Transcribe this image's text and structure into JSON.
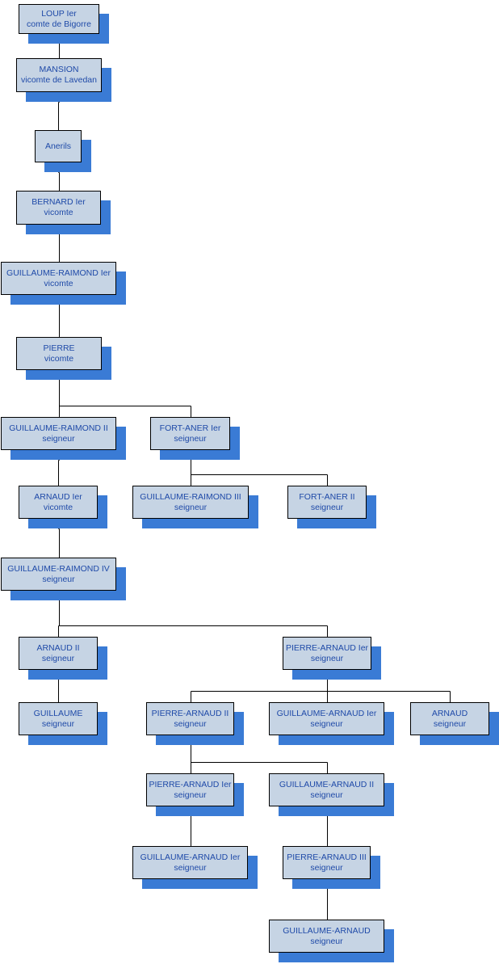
{
  "colors": {
    "node_fill": "#c6d4e4",
    "node_text": "#1f4aa8",
    "node_shadow": "#3a7bd5",
    "connector": "#000000"
  },
  "nodes": [
    {
      "id": "n1",
      "name": "LOUP Ier",
      "title": "comte de Bigorre"
    },
    {
      "id": "n2",
      "name": "MANSION",
      "title": "vicomte de Lavedan"
    },
    {
      "id": "n3",
      "name": "Anerils",
      "title": ""
    },
    {
      "id": "n4",
      "name": "BERNARD Ier",
      "title": "vicomte"
    },
    {
      "id": "n5",
      "name": "GUILLAUME-RAIMOND Ier",
      "title": "vicomte"
    },
    {
      "id": "n6",
      "name": "PIERRE",
      "title": "vicomte"
    },
    {
      "id": "n7",
      "name": "GUILLAUME-RAIMOND II",
      "title": "seigneur"
    },
    {
      "id": "n8",
      "name": "FORT-ANER Ier",
      "title": "seigneur"
    },
    {
      "id": "n9",
      "name": "ARNAUD Ier",
      "title": "vicomte"
    },
    {
      "id": "n10",
      "name": "GUILLAUME-RAIMOND III",
      "title": "seigneur"
    },
    {
      "id": "n11",
      "name": "FORT-ANER II",
      "title": "seigneur"
    },
    {
      "id": "n12",
      "name": "GUILLAUME-RAIMOND IV",
      "title": "seigneur"
    },
    {
      "id": "n13",
      "name": "ARNAUD II",
      "title": "seigneur"
    },
    {
      "id": "n14",
      "name": "PIERRE-ARNAUD Ier",
      "title": "seigneur"
    },
    {
      "id": "n15",
      "name": "GUILLAUME",
      "title": "seigneur"
    },
    {
      "id": "n16",
      "name": "PIERRE-ARNAUD II",
      "title": "seigneur"
    },
    {
      "id": "n17",
      "name": "GUILLAUME-ARNAUD Ier",
      "title": "seigneur"
    },
    {
      "id": "n18",
      "name": "ARNAUD",
      "title": "seigneur"
    },
    {
      "id": "n19",
      "name": "PIERRE-ARNAUD Ier",
      "title": "seigneur"
    },
    {
      "id": "n20",
      "name": "GUILLAUME-ARNAUD II",
      "title": "seigneur"
    },
    {
      "id": "n21",
      "name": "GUILLAUME-ARNAUD Ier",
      "title": "seigneur"
    },
    {
      "id": "n22",
      "name": "PIERRE-ARNAUD III",
      "title": "seigneur"
    },
    {
      "id": "n23",
      "name": "GUILLAUME-ARNAUD",
      "title": "seigneur"
    }
  ],
  "edges": [
    {
      "from": "n1",
      "to": "n2"
    },
    {
      "from": "n2",
      "to": "n3"
    },
    {
      "from": "n3",
      "to": "n4"
    },
    {
      "from": "n4",
      "to": "n5"
    },
    {
      "from": "n5",
      "to": "n6"
    },
    {
      "from": "n6",
      "to": "n7"
    },
    {
      "from": "n6",
      "to": "n8"
    },
    {
      "from": "n7",
      "to": "n9"
    },
    {
      "from": "n8",
      "to": "n10"
    },
    {
      "from": "n8",
      "to": "n11"
    },
    {
      "from": "n9",
      "to": "n12"
    },
    {
      "from": "n12",
      "to": "n13"
    },
    {
      "from": "n12",
      "to": "n14"
    },
    {
      "from": "n13",
      "to": "n15"
    },
    {
      "from": "n14",
      "to": "n16"
    },
    {
      "from": "n14",
      "to": "n17"
    },
    {
      "from": "n14",
      "to": "n18"
    },
    {
      "from": "n16",
      "to": "n19"
    },
    {
      "from": "n16",
      "to": "n20"
    },
    {
      "from": "n19",
      "to": "n21"
    },
    {
      "from": "n20",
      "to": "n22"
    },
    {
      "from": "n22",
      "to": "n23"
    }
  ]
}
